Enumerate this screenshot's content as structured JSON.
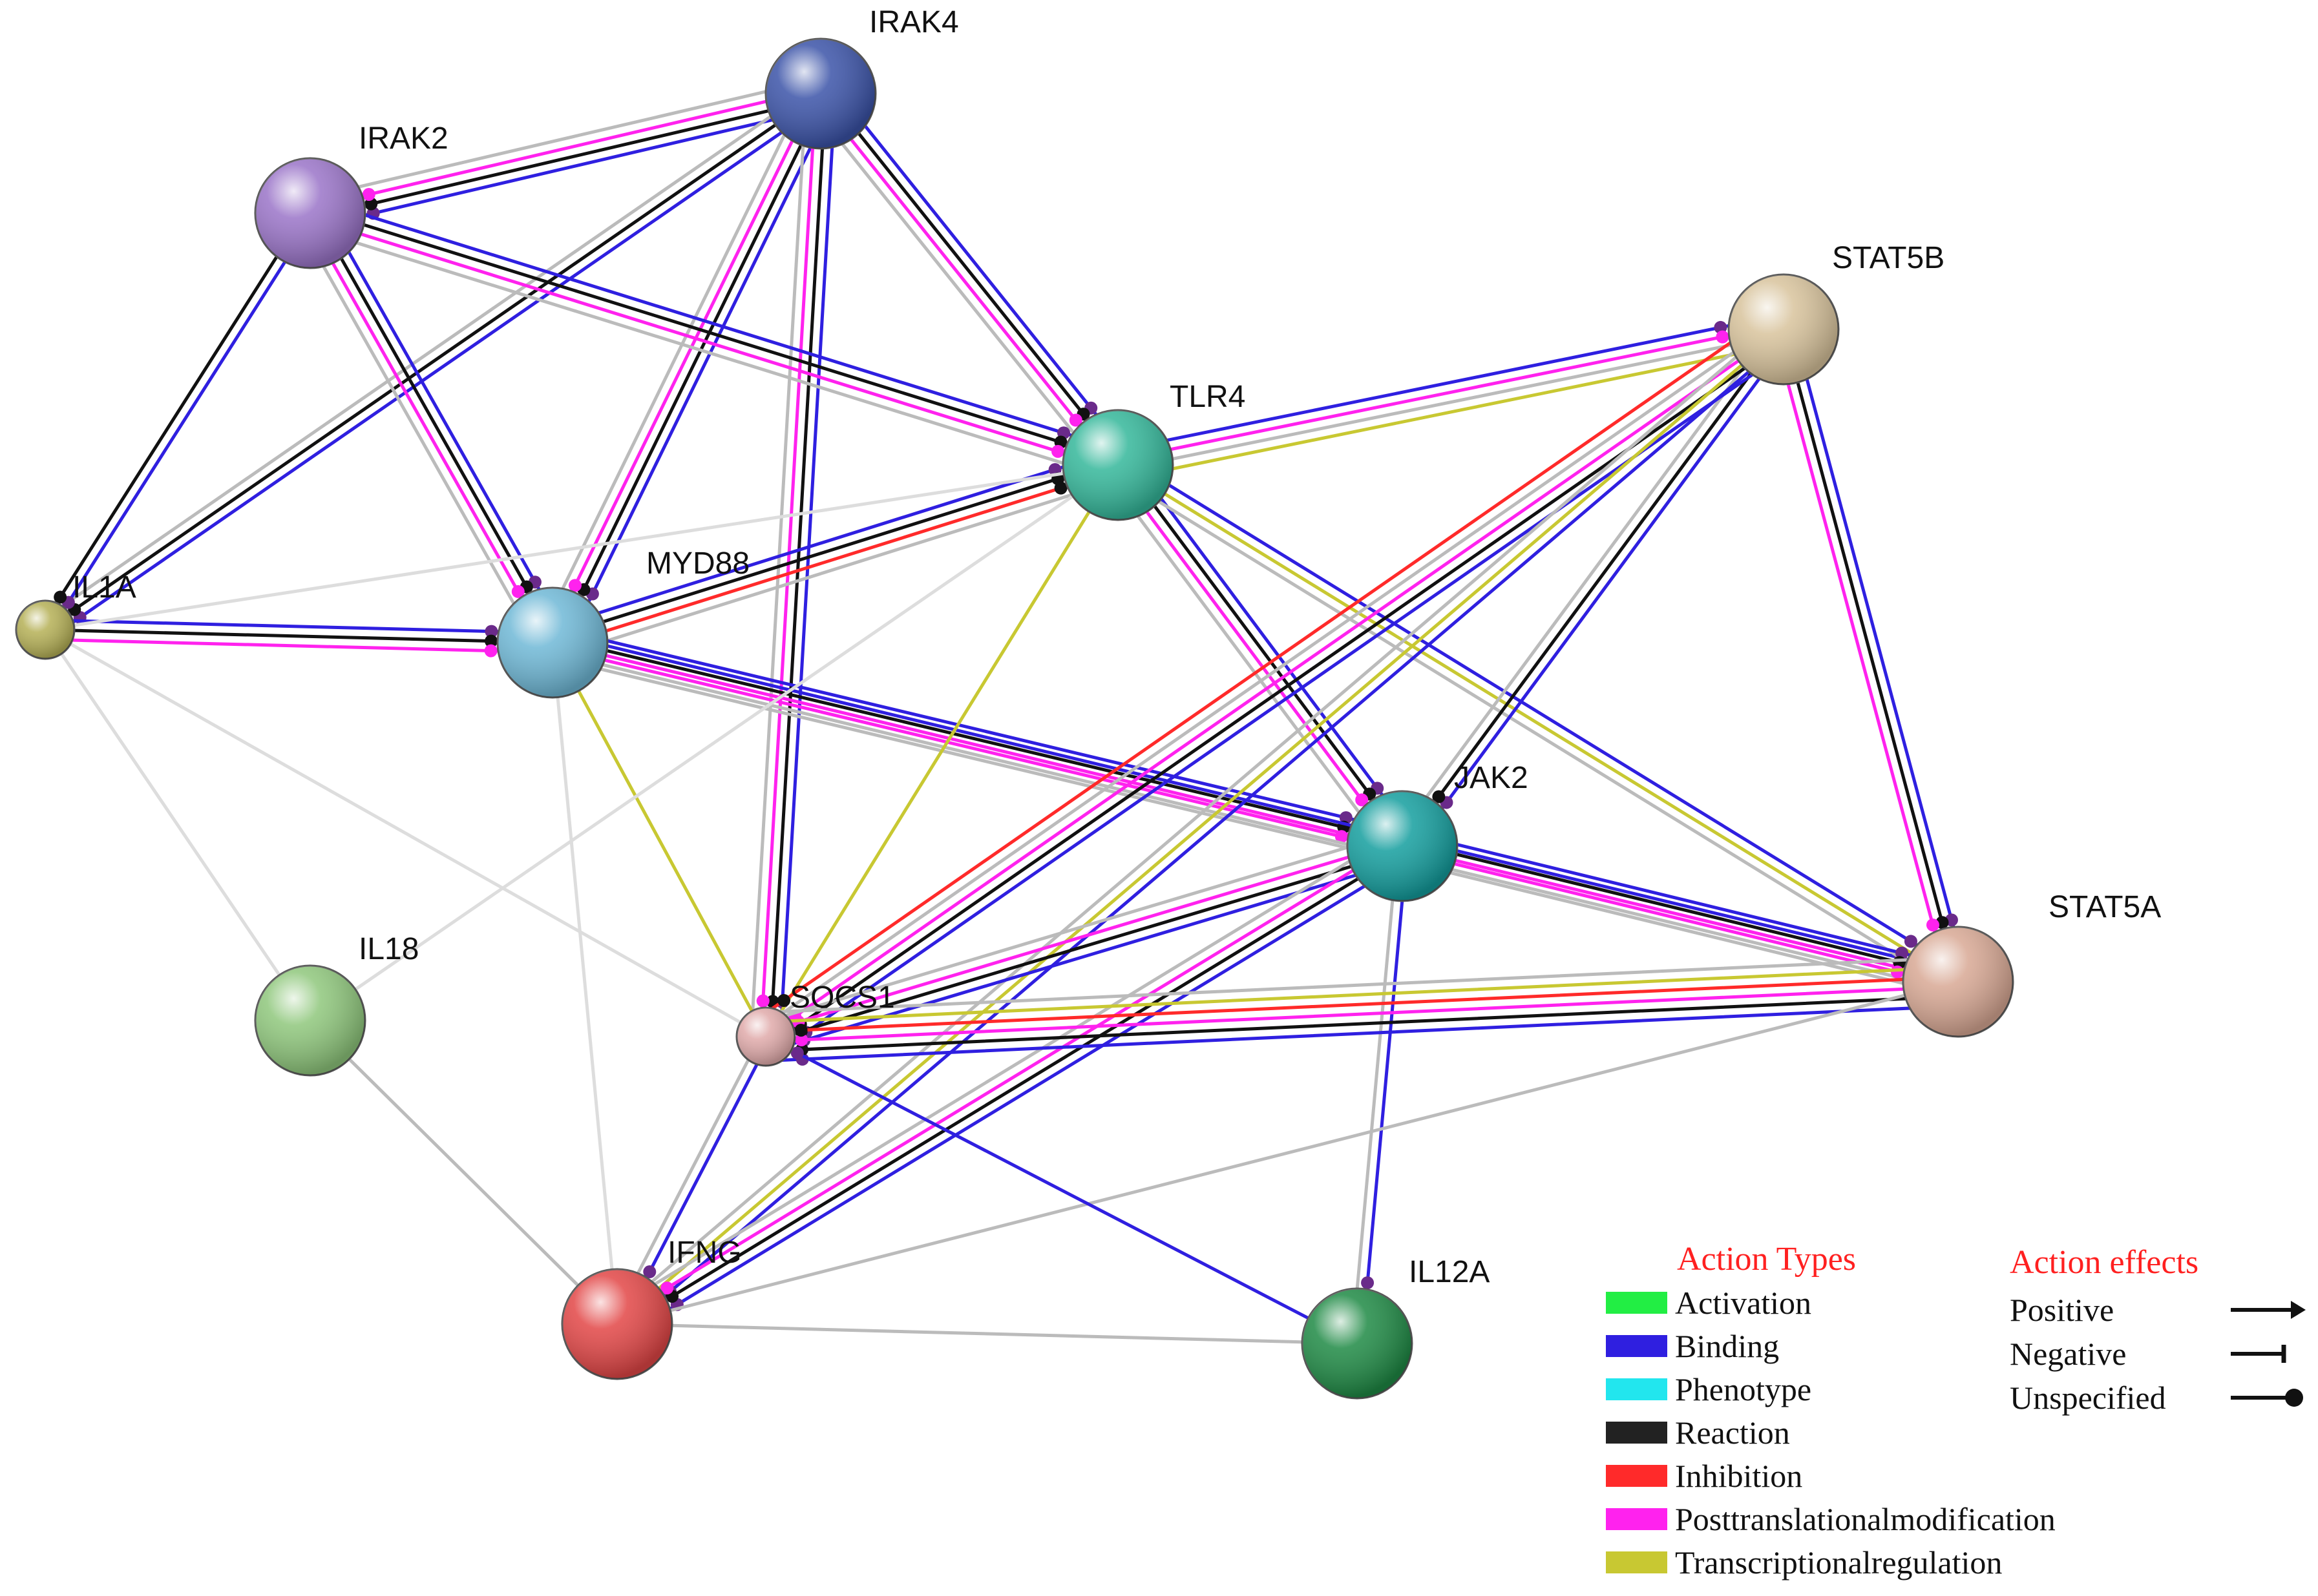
{
  "nodes": [
    {
      "id": "IRAK4",
      "label": "IRAK4",
      "color": "#3b53a8"
    },
    {
      "id": "IRAK2",
      "label": "IRAK2",
      "color": "#9a74c8"
    },
    {
      "id": "TLR4",
      "label": "TLR4",
      "color": "#34b79a"
    },
    {
      "id": "STAT5B",
      "label": "STAT5B",
      "color": "#d8c39c"
    },
    {
      "id": "IL1A",
      "label": "IL1A",
      "color": "#b5b056"
    },
    {
      "id": "MYD88",
      "label": "MYD88",
      "color": "#6fb8d6"
    },
    {
      "id": "JAK2",
      "label": "JAK2",
      "color": "#149e9e"
    },
    {
      "id": "STAT5A",
      "label": "STAT5A",
      "color": "#d8a894"
    },
    {
      "id": "IL18",
      "label": "IL18",
      "color": "#8fc77c"
    },
    {
      "id": "SOCS1",
      "label": "SOCS1",
      "color": "#e0aaaa"
    },
    {
      "id": "IFNG",
      "label": "IFNG",
      "color": "#e24646"
    },
    {
      "id": "IL12A",
      "label": "IL12A",
      "color": "#1f8a45"
    }
  ],
  "edges": [
    [
      "IRAK4",
      "IRAK2",
      [
        "binding",
        "reaction",
        "ptm",
        "gray"
      ]
    ],
    [
      "IRAK4",
      "TLR4",
      [
        "binding",
        "reaction",
        "ptm",
        "gray"
      ]
    ],
    [
      "IRAK4",
      "MYD88",
      [
        "binding",
        "reaction",
        "ptm",
        "gray"
      ]
    ],
    [
      "IRAK4",
      "IL1A",
      [
        "binding",
        "reaction",
        "gray"
      ]
    ],
    [
      "IRAK4",
      "SOCS1",
      [
        "binding",
        "reaction",
        "ptm",
        "gray"
      ]
    ],
    [
      "IRAK2",
      "TLR4",
      [
        "binding",
        "reaction",
        "ptm",
        "gray"
      ]
    ],
    [
      "IRAK2",
      "MYD88",
      [
        "binding",
        "reaction",
        "ptm",
        "gray"
      ]
    ],
    [
      "IRAK2",
      "IL1A",
      [
        "binding",
        "reaction"
      ]
    ],
    [
      "IL1A",
      "MYD88",
      [
        "binding",
        "reaction",
        "ptm"
      ]
    ],
    [
      "MYD88",
      "TLR4",
      [
        "binding",
        "reaction",
        "inhibition",
        "gray"
      ]
    ],
    [
      "MYD88",
      "JAK2",
      [
        "binding",
        "reaction",
        "ptm",
        "gray"
      ]
    ],
    [
      "MYD88",
      "STAT5A",
      [
        "binding",
        "ptm",
        "gray"
      ]
    ],
    [
      "TLR4",
      "STAT5B",
      [
        "binding",
        "ptm",
        "gray",
        "transcriptional"
      ]
    ],
    [
      "TLR4",
      "JAK2",
      [
        "binding",
        "reaction",
        "ptm",
        "gray"
      ]
    ],
    [
      "TLR4",
      "STAT5A",
      [
        "binding",
        "transcriptional",
        "gray"
      ]
    ],
    [
      "TLR4",
      "SOCS1",
      [
        "transcriptional"
      ]
    ],
    [
      "STAT5B",
      "JAK2",
      [
        "binding",
        "reaction",
        "gray"
      ]
    ],
    [
      "STAT5B",
      "STAT5A",
      [
        "binding",
        "reaction",
        "ptm"
      ]
    ],
    [
      "STAT5B",
      "SOCS1",
      [
        "binding",
        "reaction",
        "ptm",
        "gray",
        "inhibition"
      ]
    ],
    [
      "STAT5B",
      "IFNG",
      [
        "binding",
        "transcriptional",
        "gray"
      ]
    ],
    [
      "JAK2",
      "STAT5A",
      [
        "binding",
        "reaction",
        "ptm",
        "gray"
      ]
    ],
    [
      "JAK2",
      "SOCS1",
      [
        "binding",
        "reaction",
        "ptm",
        "gray"
      ]
    ],
    [
      "JAK2",
      "IFNG",
      [
        "binding",
        "reaction",
        "ptm",
        "gray"
      ]
    ],
    [
      "JAK2",
      "IL12A",
      [
        "binding",
        "gray"
      ]
    ],
    [
      "STAT5A",
      "SOCS1",
      [
        "binding",
        "reaction",
        "ptm",
        "inhibition",
        "transcriptional",
        "gray"
      ]
    ],
    [
      "STAT5A",
      "IFNG",
      [
        "gray"
      ]
    ],
    [
      "SOCS1",
      "IFNG",
      [
        "binding",
        "gray"
      ]
    ],
    [
      "SOCS1",
      "MYD88",
      [
        "transcriptional"
      ]
    ],
    [
      "IL12A",
      "IFNG",
      [
        "gray"
      ]
    ],
    [
      "IL12A",
      "SOCS1",
      [
        "binding"
      ]
    ],
    [
      "IL18",
      "IFNG",
      [
        "gray"
      ]
    ],
    [
      "IL1A",
      "IL18",
      [
        "lightgray"
      ]
    ],
    [
      "IL1A",
      "TLR4",
      [
        "lightgray"
      ]
    ],
    [
      "IL18",
      "TLR4",
      [
        "lightgray"
      ]
    ],
    [
      "MYD88",
      "IFNG",
      [
        "lightgray"
      ]
    ],
    [
      "IL1A",
      "SOCS1",
      [
        "lightgray"
      ]
    ]
  ],
  "edge_colors": {
    "binding": "#2f1fe0",
    "reaction": "#111111",
    "ptm": "#ff22ee",
    "gray": "#bbbbbb",
    "lightgray": "#dddddd",
    "inhibition": "#ff2a2a",
    "transcriptional": "#c8c832",
    "purple": "#6a2a8a"
  },
  "legend": {
    "types_title": "Action Types",
    "types": [
      {
        "label": "Activation",
        "color": "#22ee44"
      },
      {
        "label": "Binding",
        "color": "#2f1fe0"
      },
      {
        "label": "Phenotype",
        "color": "#22e6ee"
      },
      {
        "label": "Reaction",
        "color": "#222222"
      },
      {
        "label": "Inhibition",
        "color": "#ff2a2a"
      },
      {
        "label": "Posttranslationalmodification",
        "color": "#ff22ee"
      },
      {
        "label": "Transcriptionalregulation",
        "color": "#c8c832"
      }
    ],
    "effects_title": "Action effects",
    "effects": [
      {
        "label": "Positive",
        "icon": "arrow-right-icon"
      },
      {
        "label": "Negative",
        "icon": "bar-end-icon"
      },
      {
        "label": "Unspecified",
        "icon": "dot-end-icon"
      }
    ]
  }
}
